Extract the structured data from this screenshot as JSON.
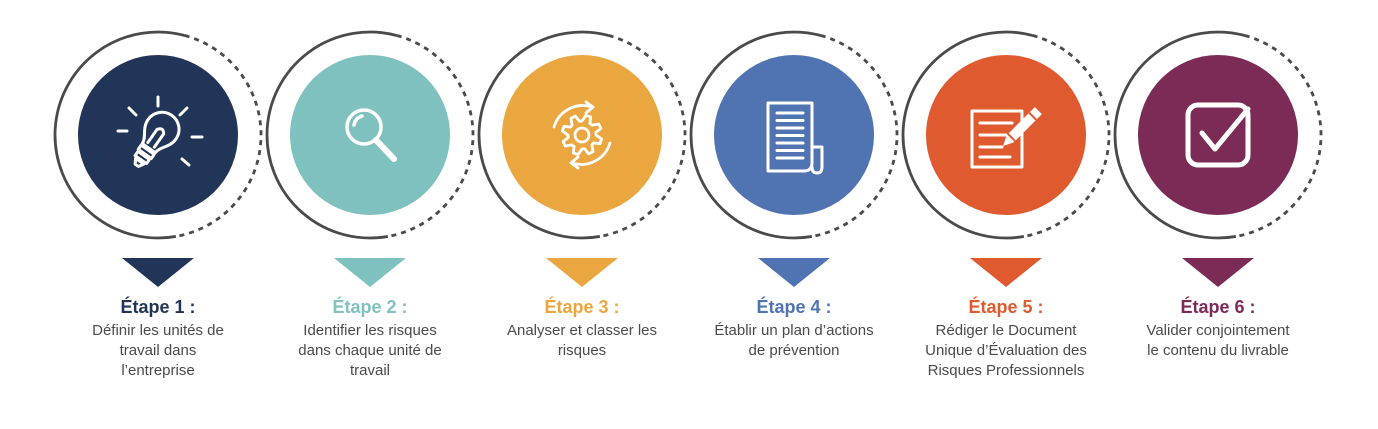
{
  "steps": [
    {
      "title": "Étape 1 :",
      "description": "Définir les unités de travail dans l’entreprise",
      "color": "#213559",
      "icon": "lightbulb-icon"
    },
    {
      "title": "Étape 2 :",
      "description": "Identifier les risques dans chaque unité de travail",
      "color": "#7fc1bf",
      "icon": "magnifier-icon"
    },
    {
      "title": "Étape 3 :",
      "description": "Analyser et classer les risques",
      "color": "#eaa740",
      "icon": "gear-cycle-icon"
    },
    {
      "title": "Étape 4 :",
      "description": "Établir un plan d’actions de prévention",
      "color": "#5074b2",
      "icon": "document-list-icon"
    },
    {
      "title": "Étape 5 :",
      "description": "Rédiger le Document Unique d’Évaluation des Risques Professionnels",
      "color": "#df5a2e",
      "icon": "pen-document-icon"
    },
    {
      "title": "Étape 6 :",
      "description": "Valider conjointement le contenu du livrable",
      "color": "#7b2b56",
      "icon": "checkbox-icon"
    }
  ],
  "colors": {
    "ring": "#4a4a4a",
    "description": "#4a4a4a"
  }
}
